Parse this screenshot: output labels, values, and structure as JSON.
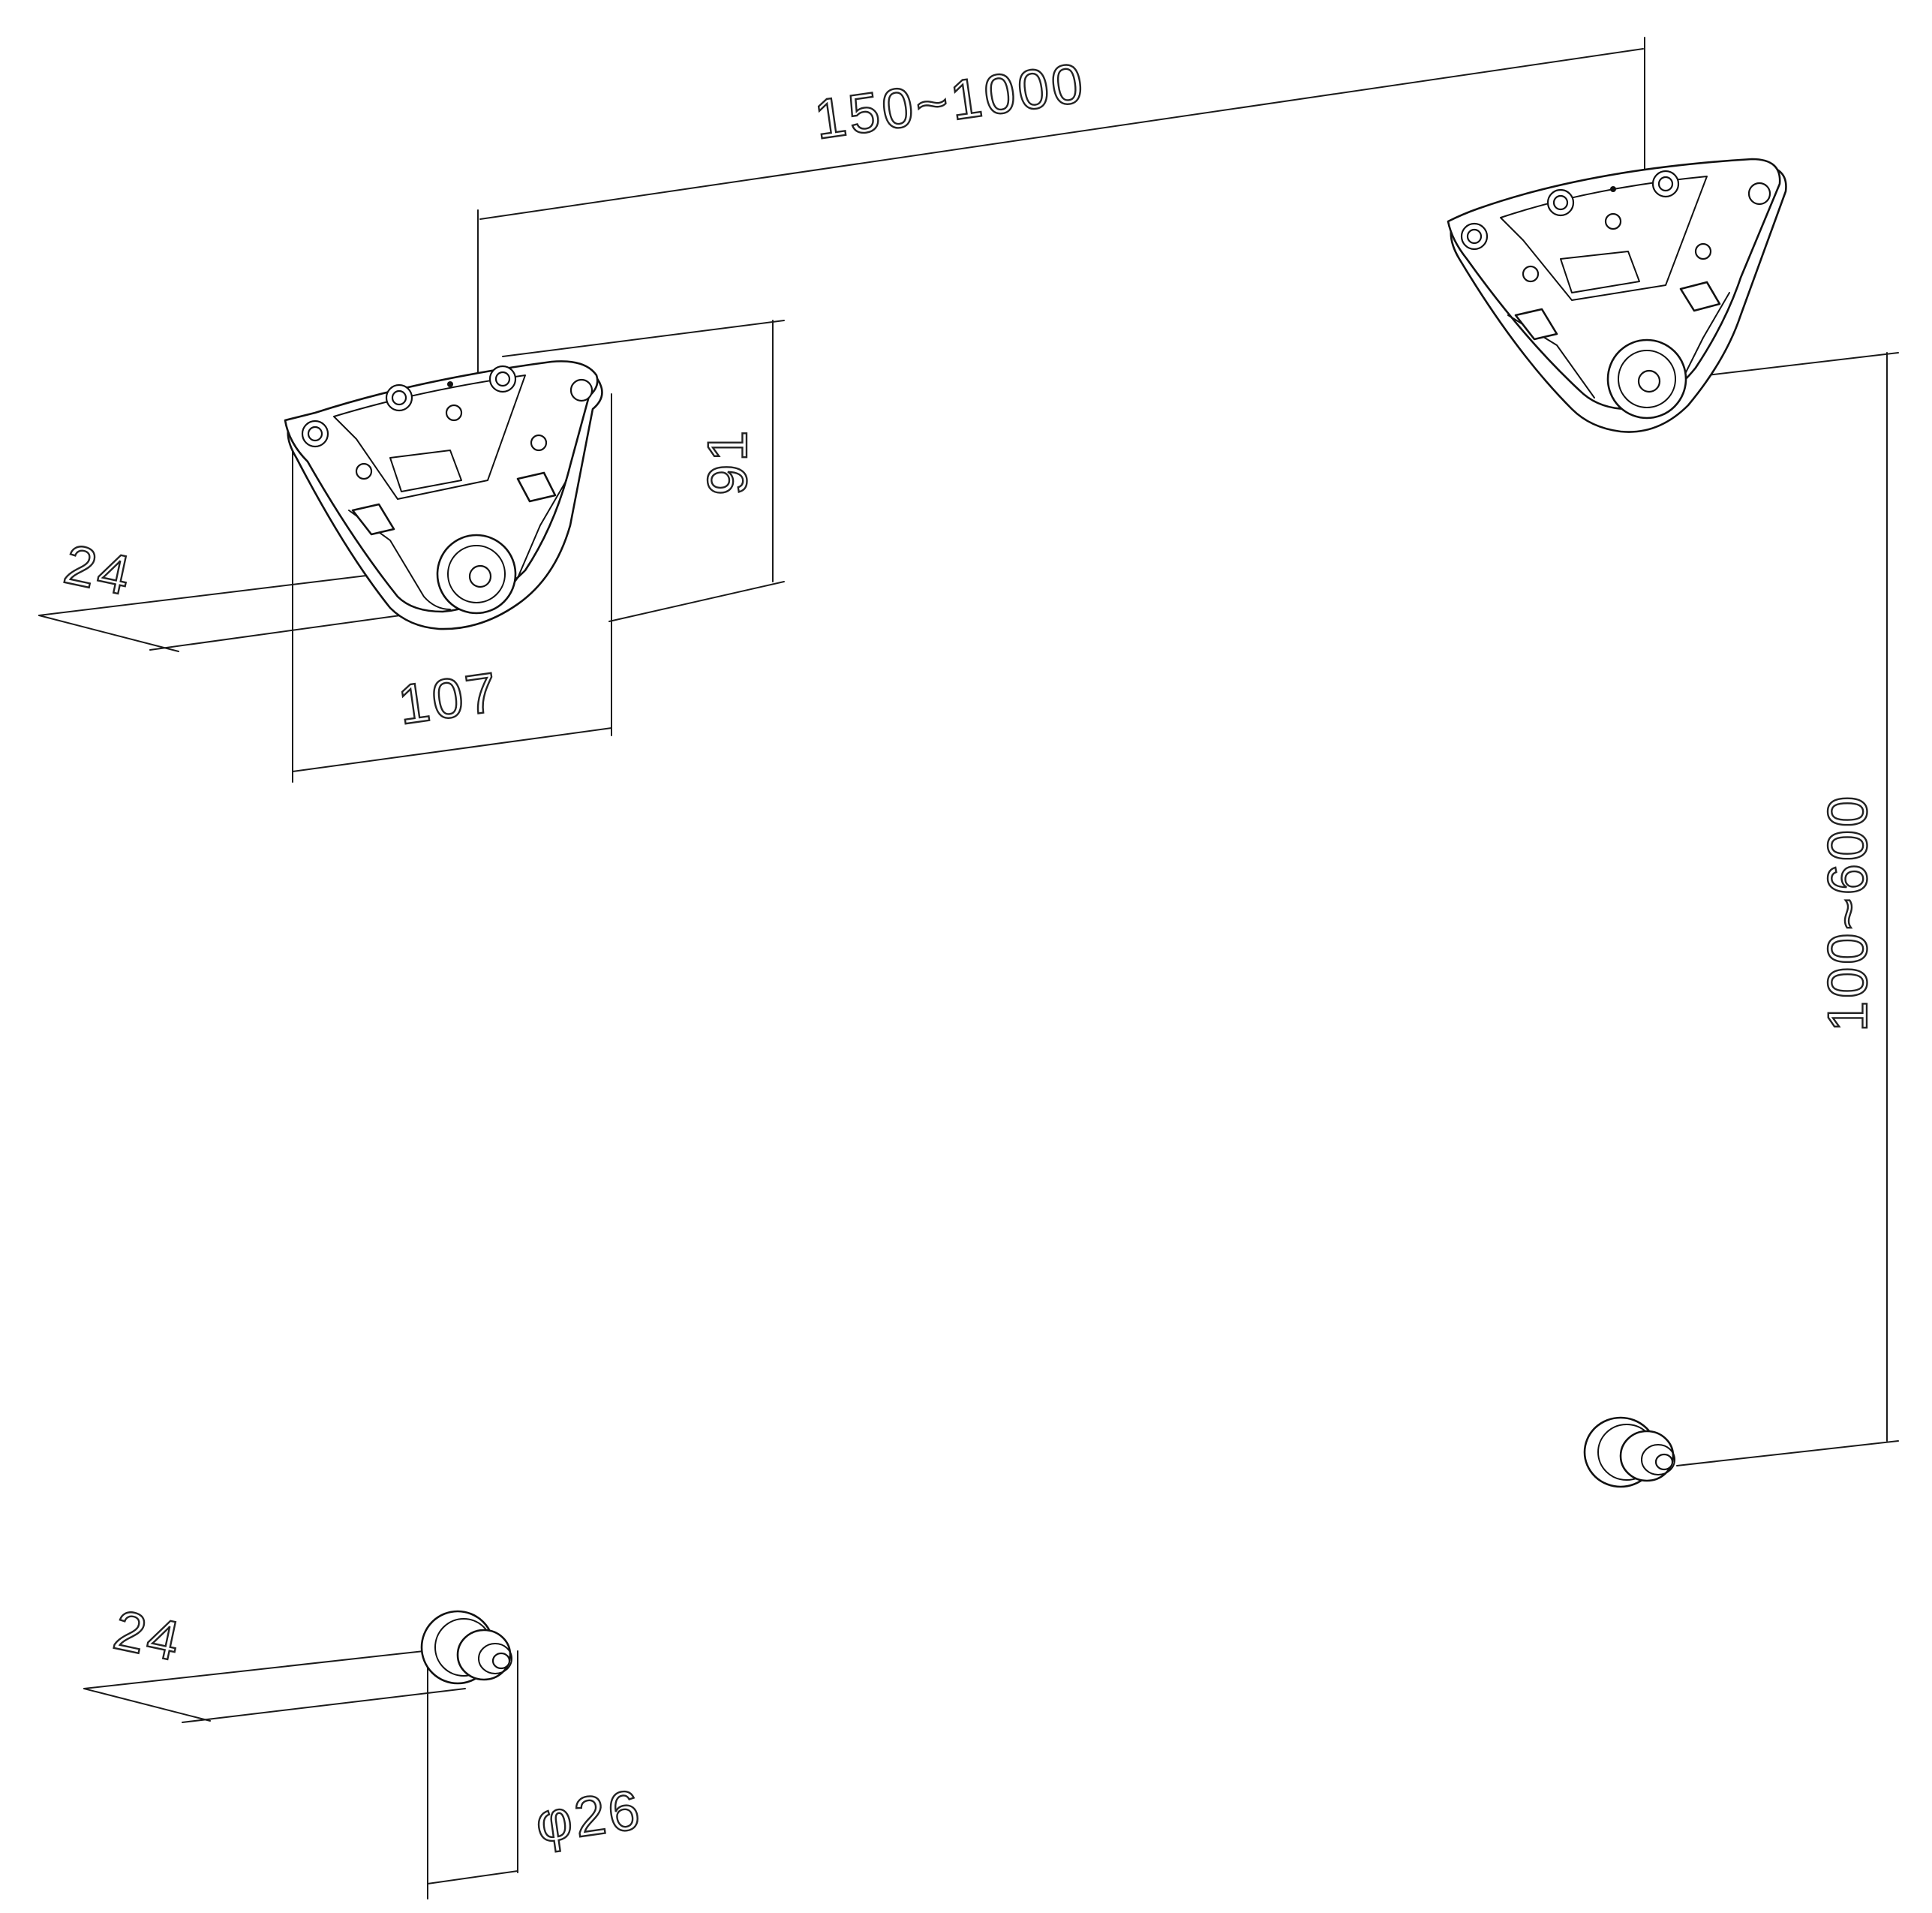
{
  "dimensions": {
    "horizontal_spacing": "150~1000",
    "vertical_spacing": "100~600",
    "bracket_width": "107",
    "bracket_height": "91",
    "bracket_depth": "24",
    "spacer_depth": "24",
    "spacer_diameter": "φ26"
  },
  "colors": {
    "line": "#1a1a1a",
    "background": "#ffffff"
  }
}
